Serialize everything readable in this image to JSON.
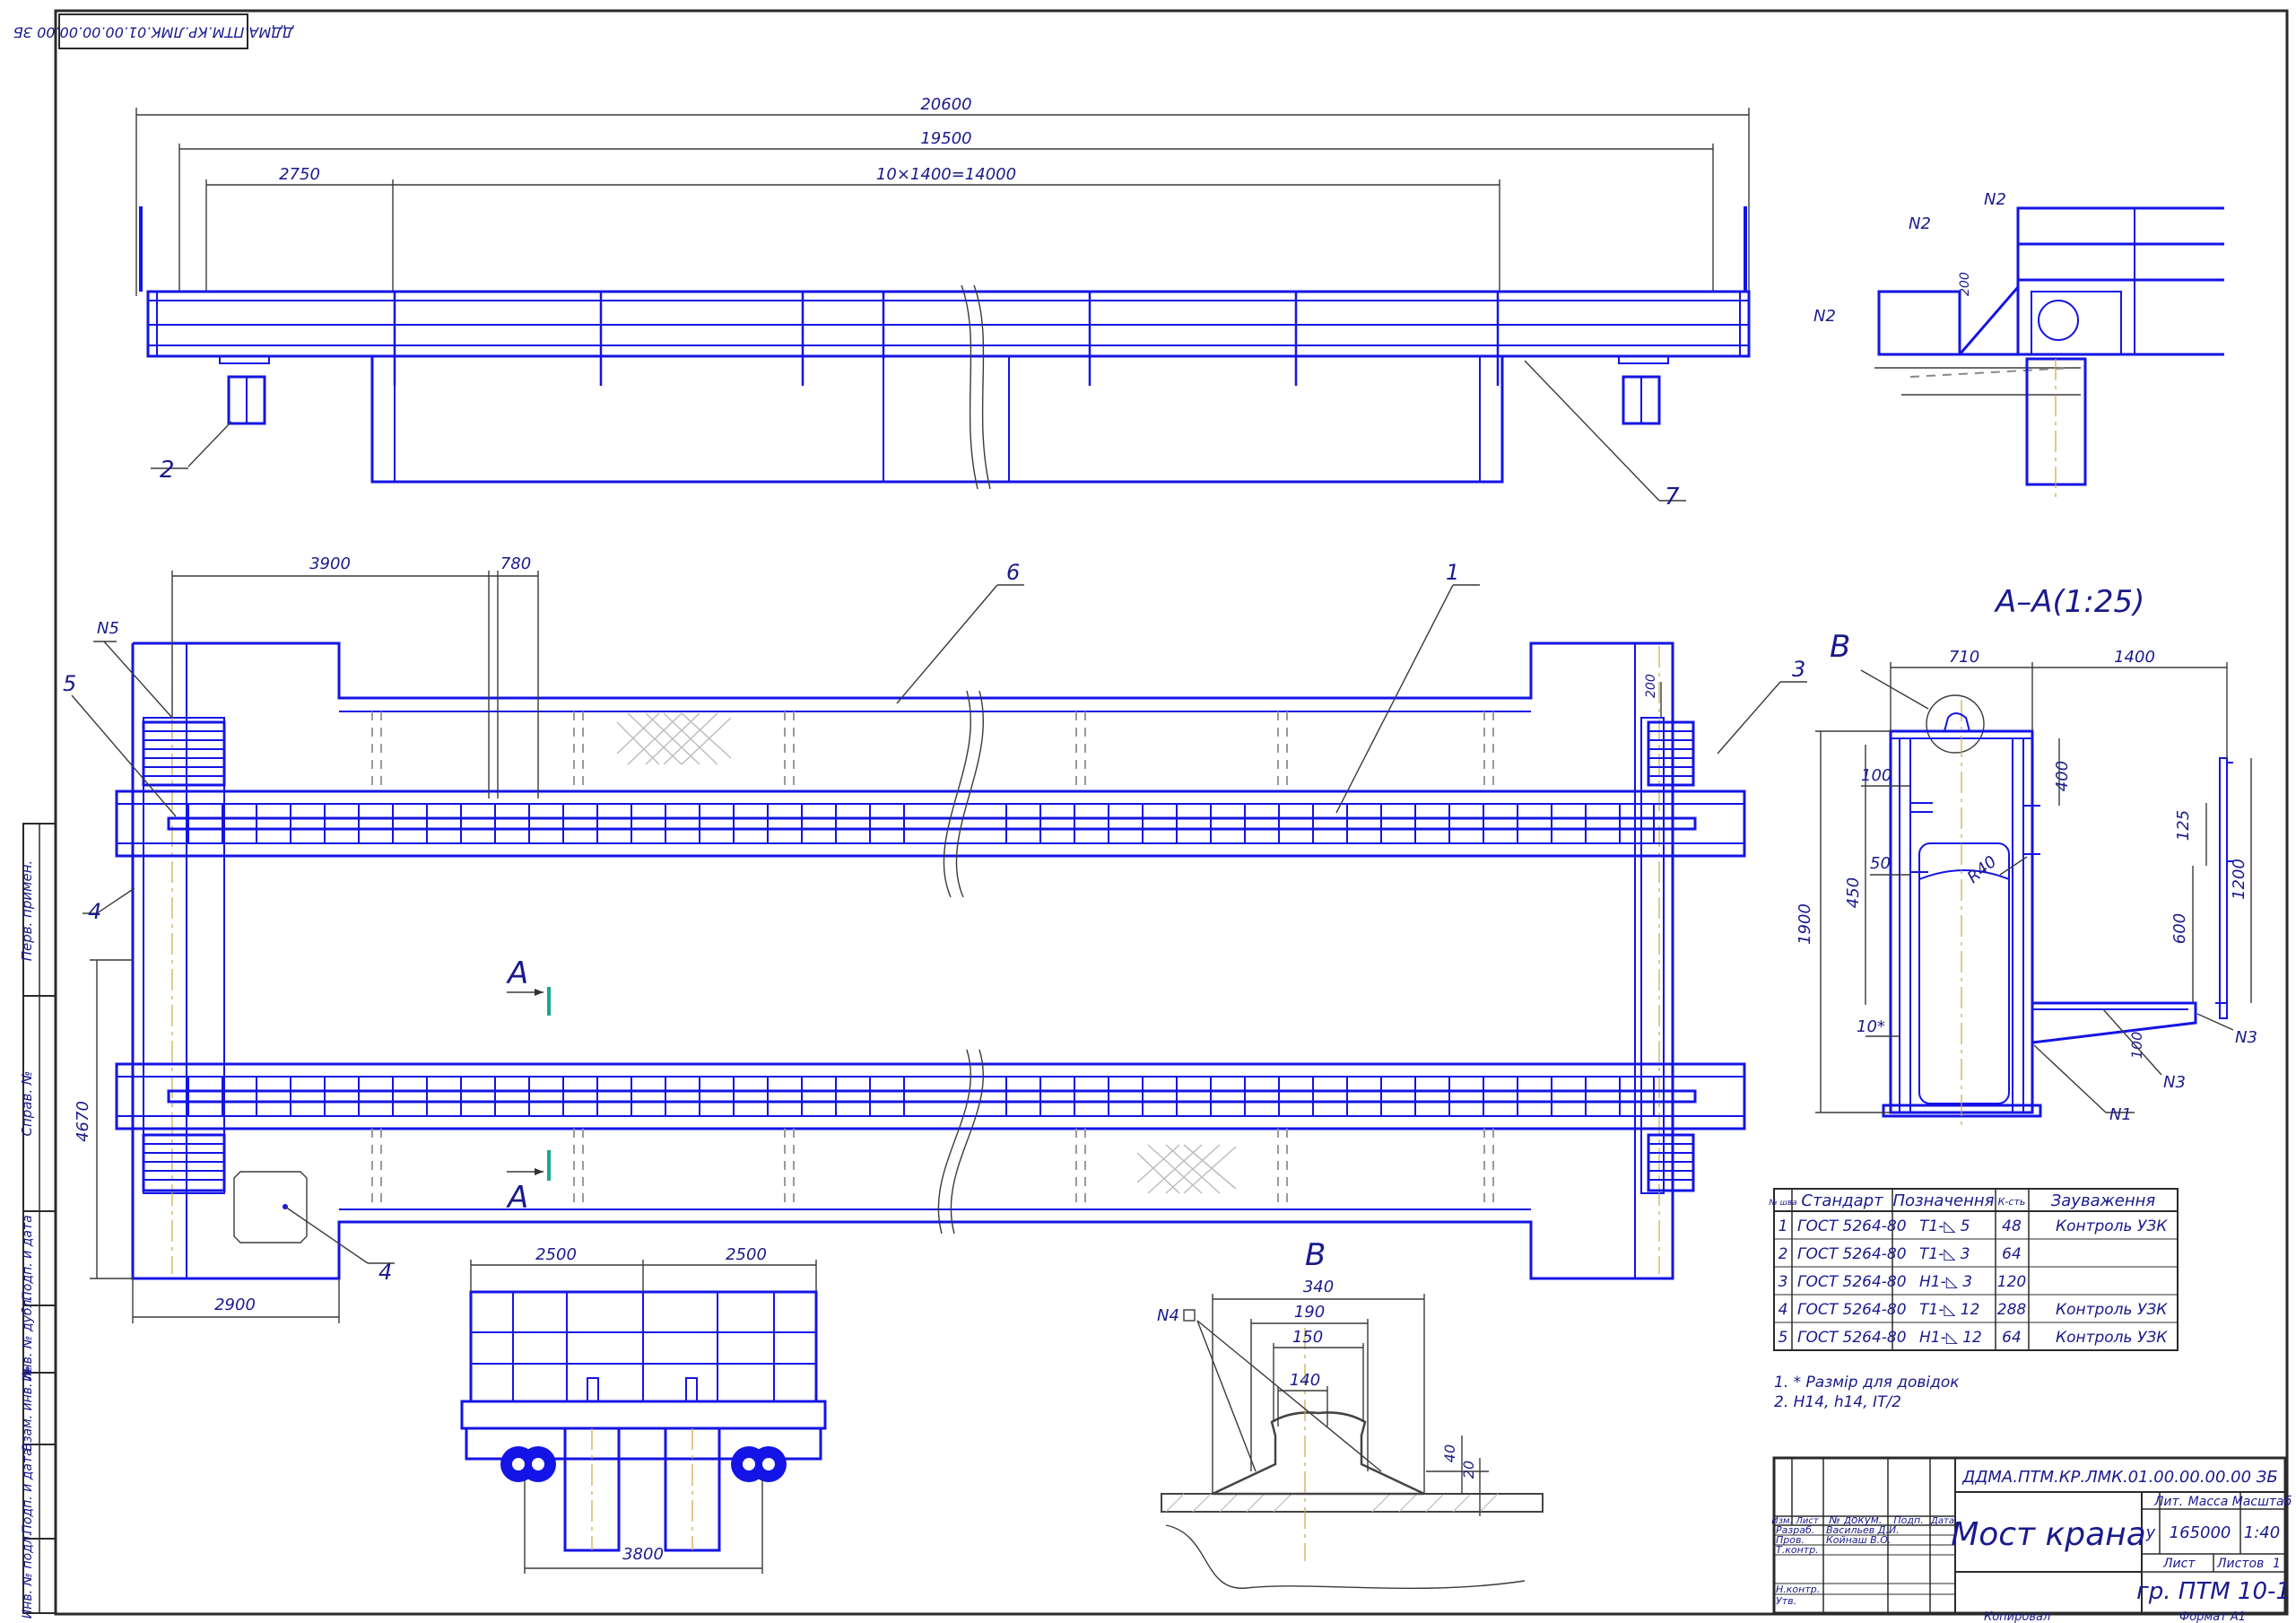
{
  "document": {
    "code_stamp": "ДДМА.ПТМ.КР.ЛМК.01.00.00.00.00 ЗБ",
    "title": "Мост крана",
    "group": "гр. ПТМ 10-1",
    "mass": "165000",
    "scale": "1:40",
    "lit": "у",
    "sheet_total": "1",
    "copied": "Копировал",
    "format": "Формат   А1"
  },
  "title_block": {
    "h_lit": "Лит.",
    "h_mass": "Масса",
    "h_scale": "Масштаб",
    "h_sheet": "Лист",
    "h_sheets": "Листов",
    "h_izm": "Изм.",
    "h_list": "Лист",
    "h_doc": "№ докум.",
    "h_sign": "Подп.",
    "h_date": "Дата",
    "razrab_label": "Разраб.",
    "razrab_name": "Васильев Д.И.",
    "prov_label": "Пров.",
    "prov_name": "Койнаш В.О.",
    "tkontr_label": "Т.контр.",
    "nkontr_label": "Н.контр.",
    "utv_label": "Утв."
  },
  "side_stamp": {
    "perv": "Перв. примен.",
    "sprav": "Справ. №",
    "podp1": "Подп. и дата",
    "inv_dubl": "Инв. № дубл.",
    "vzam": "Взам. инв. №",
    "podp2": "Подп. и дата",
    "inv_podl": "Инв. № подл."
  },
  "dimensions": {
    "d20600": "20600",
    "d19500": "19500",
    "d2750": "2750",
    "d10x1400": "10×1400=14000",
    "d3900": "3900",
    "d780": "780",
    "d4670": "4670",
    "d2900": "2900",
    "d200": "200",
    "d2500a": "2500",
    "d2500b": "2500",
    "d3800": "3800",
    "d710": "710",
    "d1400": "1400",
    "d100a": "100",
    "d400": "400",
    "d1900": "1900",
    "d450": "450",
    "d50": "50",
    "r40": "R40",
    "d125": "125",
    "d1200": "1200",
    "d600": "600",
    "d10star": "10*",
    "d100b": "100",
    "d340": "340",
    "d190": "190",
    "d150": "150",
    "d140": "140",
    "d40": "40",
    "d20": "20",
    "d20v": "20"
  },
  "labels": {
    "section_title": "А–А(1:25)",
    "b_top": "В",
    "b_detail": "В",
    "a_upper": "А",
    "a_lower": "А",
    "p1": "1",
    "p2": "2",
    "p3": "3",
    "p4a": "4",
    "p4b": "4",
    "p5": "5",
    "p6": "6",
    "p7": "7",
    "n1": "N1",
    "n2a": "N2",
    "n2b": "N2",
    "n2c": "N2",
    "n3a": "N3",
    "n3b": "N3",
    "n4": "N4",
    "n5": "N5"
  },
  "weld_table": {
    "headers": [
      "№ шва",
      "Стандарт",
      "Позначення",
      "К-сть",
      "Зауваження"
    ],
    "rows": [
      [
        "1",
        "ГОСТ 5264-80",
        "Т1-◺ 5",
        "48",
        "Контроль УЗК"
      ],
      [
        "2",
        "ГОСТ 5264-80",
        "Т1-◺ 3",
        "64",
        ""
      ],
      [
        "3",
        "ГОСТ 5264-80",
        "Н1-◺ 3",
        "120",
        ""
      ],
      [
        "4",
        "ГОСТ 5264-80",
        "Т1-◺ 12",
        "288",
        "Контроль УЗК"
      ],
      [
        "5",
        "ГОСТ 5264-80",
        "Н1-◺ 12",
        "64",
        "Контроль УЗК"
      ]
    ]
  },
  "notes": [
    "1. * Размір для довідок",
    "2. H14, h14, IT/2"
  ],
  "colors": {
    "line": "#1414e6",
    "text": "#1a1a8c",
    "frame": "#2a2a2a",
    "axis": "#c8a848"
  }
}
